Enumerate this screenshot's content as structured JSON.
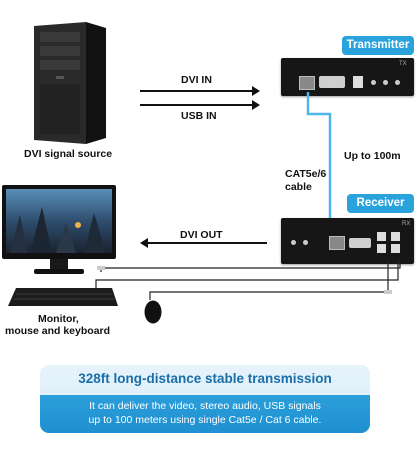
{
  "labels": {
    "dvi_signal_source": "DVI signal source",
    "dvi_in": "DVI IN",
    "usb_in": "USB IN",
    "transmitter": "Transmitter",
    "receiver": "Receiver",
    "up_to": "Up to 100m",
    "cable_line1": "CAT5e/6",
    "cable_line2": "cable",
    "dvi_out": "DVI OUT",
    "monitor_line1": "Monitor,",
    "monitor_line2": "mouse and keyboard",
    "tx_mark": "TX",
    "rx_mark": "RX"
  },
  "banner": {
    "title": "328ft long-distance stable transmission",
    "line1": "It can deliver the video, stereo audio, USB signals",
    "line2": "up to 100 meters using single Cat5e / Cat 6 cable."
  },
  "colors": {
    "accent": "#2aa3dc",
    "device": "#161616",
    "cable": "#4fb8e6"
  },
  "icons": [
    "pc-tower-icon",
    "monitor-icon",
    "keyboard-icon",
    "mouse-icon"
  ]
}
